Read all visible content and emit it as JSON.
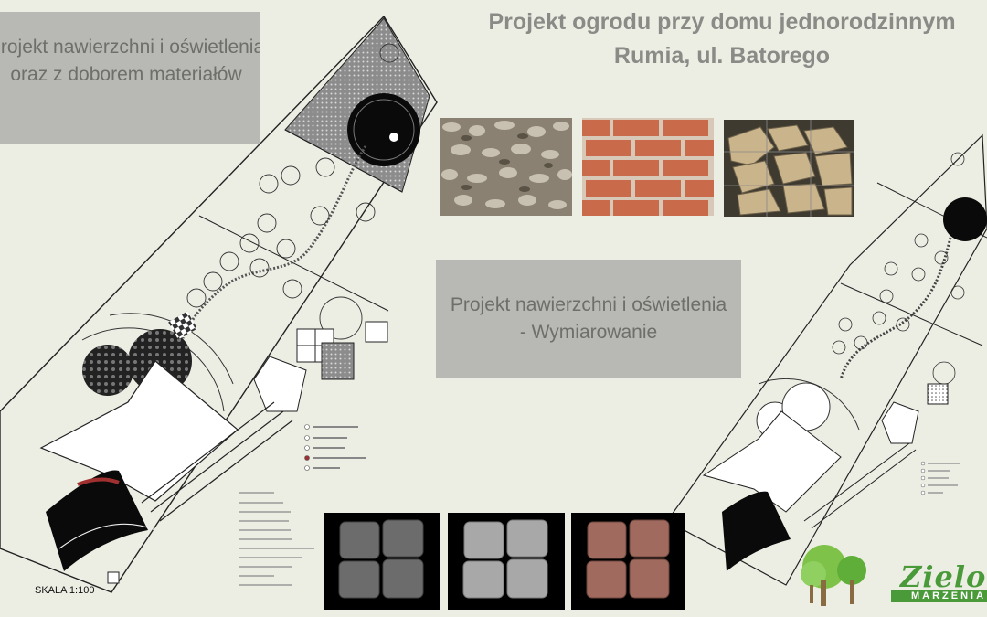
{
  "title": {
    "line1": "Projekt ogrodu przy domu jednorodzinnym",
    "line2": "Rumia, ul. Batorego"
  },
  "left_label": {
    "line1": "Projekt nawierzchni i oświetlenia",
    "line2": "oraz z doborem materiałów"
  },
  "center_label": {
    "line1": "Projekt nawierzchni i oświetlenia",
    "line2": "- Wymiarowanie"
  },
  "scale": "SKALA 1:100",
  "logo": {
    "name": "Zielone",
    "sub": "MARZENIA"
  },
  "material_photos": [
    {
      "name": "gravel-photo"
    },
    {
      "name": "brick-wall-photo"
    },
    {
      "name": "stone-gabion-photo"
    },
    {
      "name": "dark-granite-cobble-photo"
    },
    {
      "name": "gray-granite-cobble-photo"
    },
    {
      "name": "red-granite-cobble-photo"
    }
  ],
  "colors": {
    "background": "#eceee4",
    "label_box": "#b8b8b5",
    "title_text": "#8a8a86",
    "logo_green": "#4a9a3a"
  }
}
